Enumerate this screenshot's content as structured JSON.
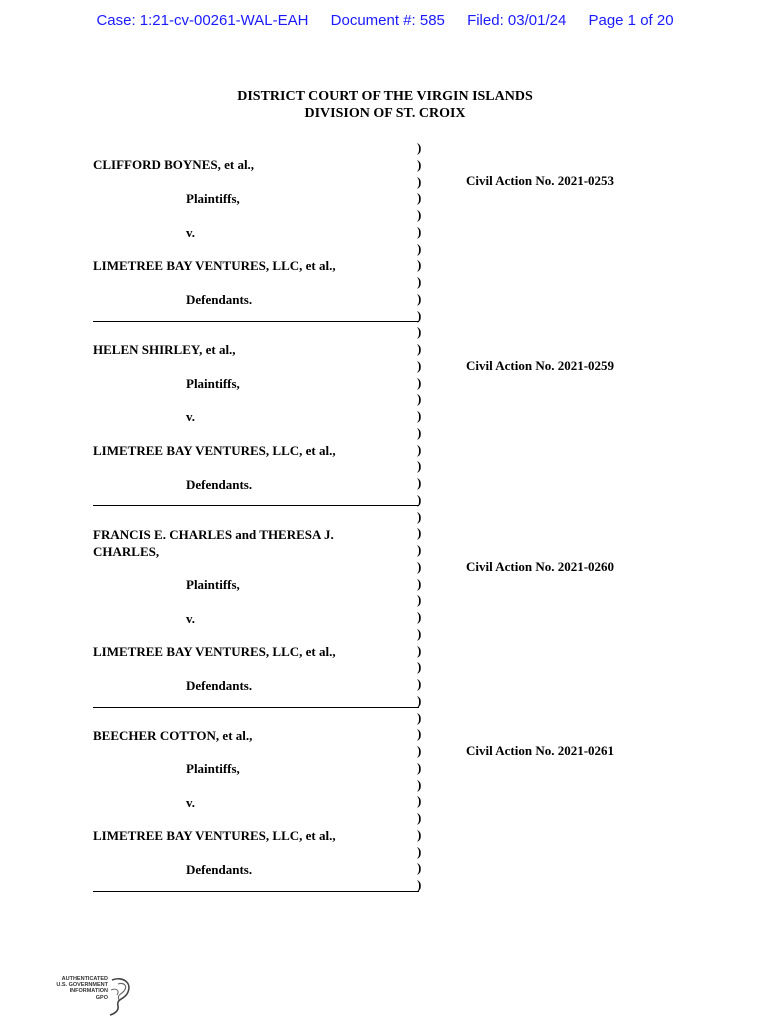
{
  "header": {
    "case": "Case: 1:21-cv-00261-WAL-EAH",
    "document": "Document #: 585",
    "filed": "Filed: 03/01/24",
    "page": "Page 1 of 20"
  },
  "court": {
    "line1": "DISTRICT COURT OF THE VIRGIN ISLANDS",
    "line2": "DIVISION OF ST. CROIX"
  },
  "cases": [
    {
      "plaintiff": "CLIFFORD BOYNES, et al.,",
      "plaintiffs_label": "Plaintiffs,",
      "versus": "v.",
      "defendant": "LIMETREE BAY VENTURES, LLC, et al.,",
      "defendants_label": "Defendants.",
      "case_no": "Civil Action No. 2021-0253"
    },
    {
      "plaintiff": "HELEN SHIRLEY, et al.,",
      "plaintiffs_label": "Plaintiffs,",
      "versus": "v.",
      "defendant": "LIMETREE BAY VENTURES, LLC, et al.,",
      "defendants_label": "Defendants.",
      "case_no": "Civil Action No. 2021-0259"
    },
    {
      "plaintiff": "FRANCIS E. CHARLES and THERESA J.",
      "plaintiff_line2": "CHARLES,",
      "plaintiffs_label": "Plaintiffs,",
      "versus": "v.",
      "defendant": "LIMETREE BAY VENTURES, LLC, et al.,",
      "defendants_label": "Defendants.",
      "case_no": "Civil Action No. 2021-0260"
    },
    {
      "plaintiff": "BEECHER COTTON, et al.,",
      "plaintiffs_label": "Plaintiffs,",
      "versus": "v.",
      "defendant": "LIMETREE BAY VENTURES, LLC, et al.,",
      "defendants_label": "Defendants.",
      "case_no": "Civil Action No. 2021-0261"
    }
  ],
  "paren_char": ")",
  "paren_count": 45,
  "gpo_seal": {
    "line1": "AUTHENTICATED",
    "line2": "U.S. GOVERNMENT",
    "line3": "INFORMATION",
    "mark": "GPO"
  }
}
